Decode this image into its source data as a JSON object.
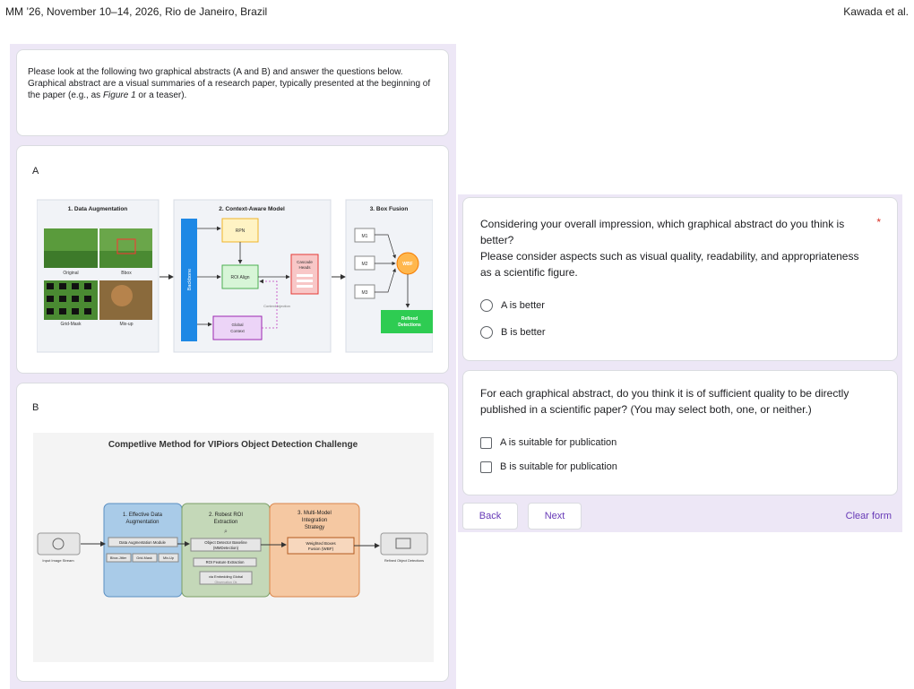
{
  "header": {
    "left": "MM ’26, November 10–14, 2026, Rio de Janeiro, Brazil",
    "right": "Kawada et al."
  },
  "intro": {
    "line1": "Please look at the following two graphical abstracts (A and B) and answer the questions below.",
    "line2_pre": "Graphical abstract are a visual summaries of a research paper, typically presented at the beginning of the paper (e.g., as ",
    "line2_em": "Figure 1",
    "line2_post": " or a teaser)."
  },
  "abstract_a": {
    "label": "A",
    "panel1_title": "1. Data Augmentation",
    "panel2_title": "2. Context-Aware Model",
    "panel3_title": "3. Box Fusion",
    "img_labels": [
      "Original",
      "Bbox",
      "Grid-Mask",
      "Mix-up"
    ],
    "backbone": "Backbone",
    "rpn": "RPN",
    "roi_align": "ROI Align",
    "cascade_l1": "Cascade",
    "cascade_l2": "Heads",
    "global_l1": "Global",
    "global_l2": "Context",
    "context_injection": "Context Injection",
    "m1": "M1",
    "m2": "M2",
    "m3": "M3",
    "wbf": "WBF",
    "refined_l1": "Refined",
    "refined_l2": "Detections"
  },
  "abstract_b": {
    "label": "B",
    "title": "Competlive Method for VIPiors Object Detection Challenge",
    "input_label": "Input Image Stream",
    "output_label": "Refined Object Detections",
    "s1_l1": "1. Effective Data",
    "s1_l2": "Augmentation",
    "s2_l1": "2. Robest ROI",
    "s2_l2": "Extraction",
    "s3_l1": "3. Multi-Model",
    "s3_l2": "Integration",
    "s3_l3": "Strategy",
    "da_module": "Data Augmentation Module",
    "sub1": "Bbox-Jitter",
    "sub2": "Grid-Mask",
    "sub3": "Mix-Up",
    "detector_l1": "Object Detector Baseline",
    "detector_l2": "(MMDetection)",
    "roi_feat": "ROI Feature Extraction",
    "embed_l1": "via Embedding Global",
    "embed_l2": "Observation Ok",
    "wbf_l1": "Weighted Boxes",
    "wbf_l2": "Fusion (WBF)"
  },
  "question1": {
    "text_l1": "Considering your overall impression, which graphical abstract do you think is",
    "text_l2": "better?",
    "text_l3": "Please consider aspects such as visual quality, readability, and appropriateness",
    "text_l4": "as a scientific figure.",
    "required": "*",
    "options": [
      "A is better",
      "B is better"
    ]
  },
  "question2": {
    "text_l1": "For each graphical abstract, do you think it is of sufficient quality to be directly",
    "text_l2": "published in a scientific paper? (You may select both, one, or neither.)",
    "options": [
      "A is suitable for publication",
      "B is suitable for publication"
    ]
  },
  "nav": {
    "back": "Back",
    "next": "Next",
    "clear": "Clear form"
  }
}
